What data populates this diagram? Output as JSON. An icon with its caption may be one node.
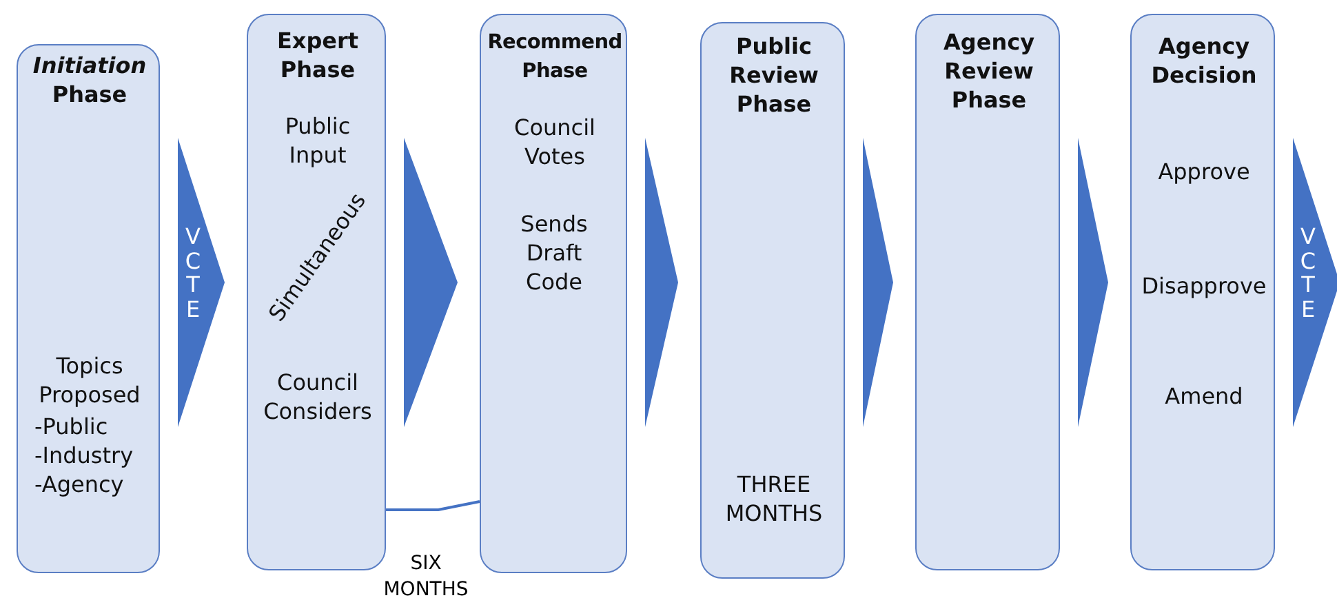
{
  "diagram": {
    "nodes": [
      {
        "text": [
          "*Initiation* Phase",
          "Topics Proposed",
          "-Public",
          "-Industry",
          "-Agency"
        ]
      },
      {
        "text": [
          "Expert Phase",
          "Public Input",
          "Simultaneous",
          "Council Considers"
        ]
      },
      {
        "text": [
          "Recommend Phase",
          "Council Votes",
          "Sends Draft Code"
        ]
      },
      {
        "text": [
          "Public Review Phase",
          "THREE MONTHS"
        ]
      },
      {
        "text": [
          "Agency Review Phase"
        ]
      },
      {
        "text": [
          "Agency Decision",
          "Approve",
          "Disapprove",
          "Amend"
        ]
      }
    ],
    "edges": [
      {
        "from": 0,
        "to": 1,
        "arrow": "to",
        "label": "VCTE"
      },
      {
        "from": 1,
        "to": 2,
        "arrow": "to"
      },
      {
        "from": 2,
        "to": 3,
        "arrow": "to"
      },
      {
        "from": 3,
        "to": 4,
        "arrow": "to"
      },
      {
        "from": 4,
        "to": 5,
        "arrow": "to"
      },
      {
        "from": 5,
        "to": null,
        "arrow": "to",
        "label": "VCTE"
      },
      {
        "from": 1,
        "to": 2,
        "arrow": "none",
        "label": "SIX MONTHS"
      }
    ]
  }
}
